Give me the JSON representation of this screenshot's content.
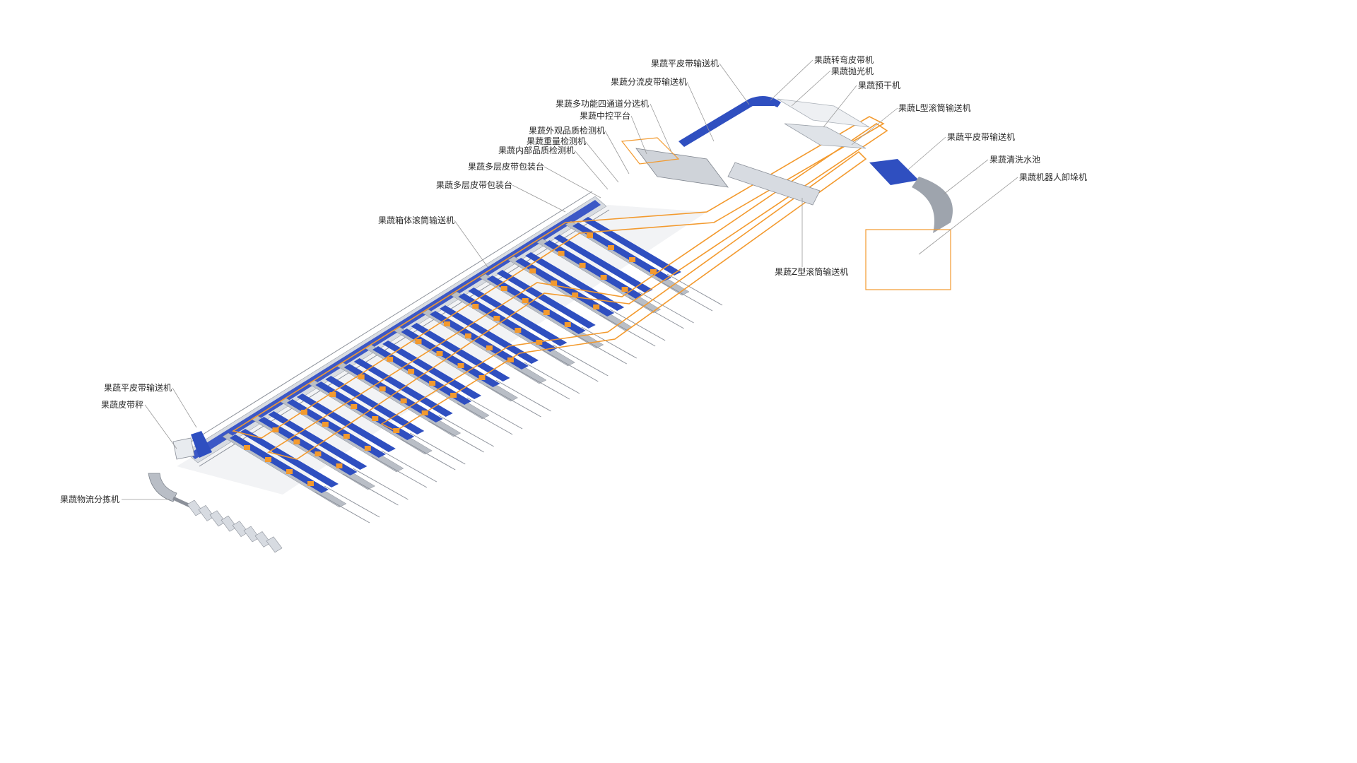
{
  "labels": {
    "flat_belt_top": "果蔬平皮带输送机",
    "turn_belt": "果蔬转弯皮带机",
    "polisher": "果蔬抛光机",
    "split_belt": "果蔬分流皮带输送机",
    "pre_dryer": "果蔬预干机",
    "four_channel_sorter": "果蔬多功能四通道分选机",
    "l_roller": "果蔬L型滚筒输送机",
    "control_platform": "果蔬中控平台",
    "appearance_inspector": "果蔬外观品质检测机",
    "flat_belt_right": "果蔬平皮带输送机",
    "weight_inspector": "果蔬重量检测机",
    "internal_inspector": "果蔬内部品质检测机",
    "wash_pool": "果蔬清洗水池",
    "multi_belt_pack_1": "果蔬多层皮带包装台",
    "robot_unstacker": "果蔬机器人卸垛机",
    "multi_belt_pack_2": "果蔬多层皮带包装台",
    "box_roller": "果蔬箱体滚筒输送机",
    "z_roller": "果蔬Z型滚筒输送机",
    "flat_belt_left": "果蔬平皮带输送机",
    "belt_scale": "果蔬皮带秤",
    "logistics_sorter": "果蔬物流分拣机"
  },
  "colors": {
    "belt_blue": "#2f4fc0",
    "belt_light": "#7f97dc",
    "accent_orange": "#f39a2e",
    "steel": "#b9bec6",
    "steel_dark": "#8b9099",
    "leader": "#9a9a9a"
  }
}
